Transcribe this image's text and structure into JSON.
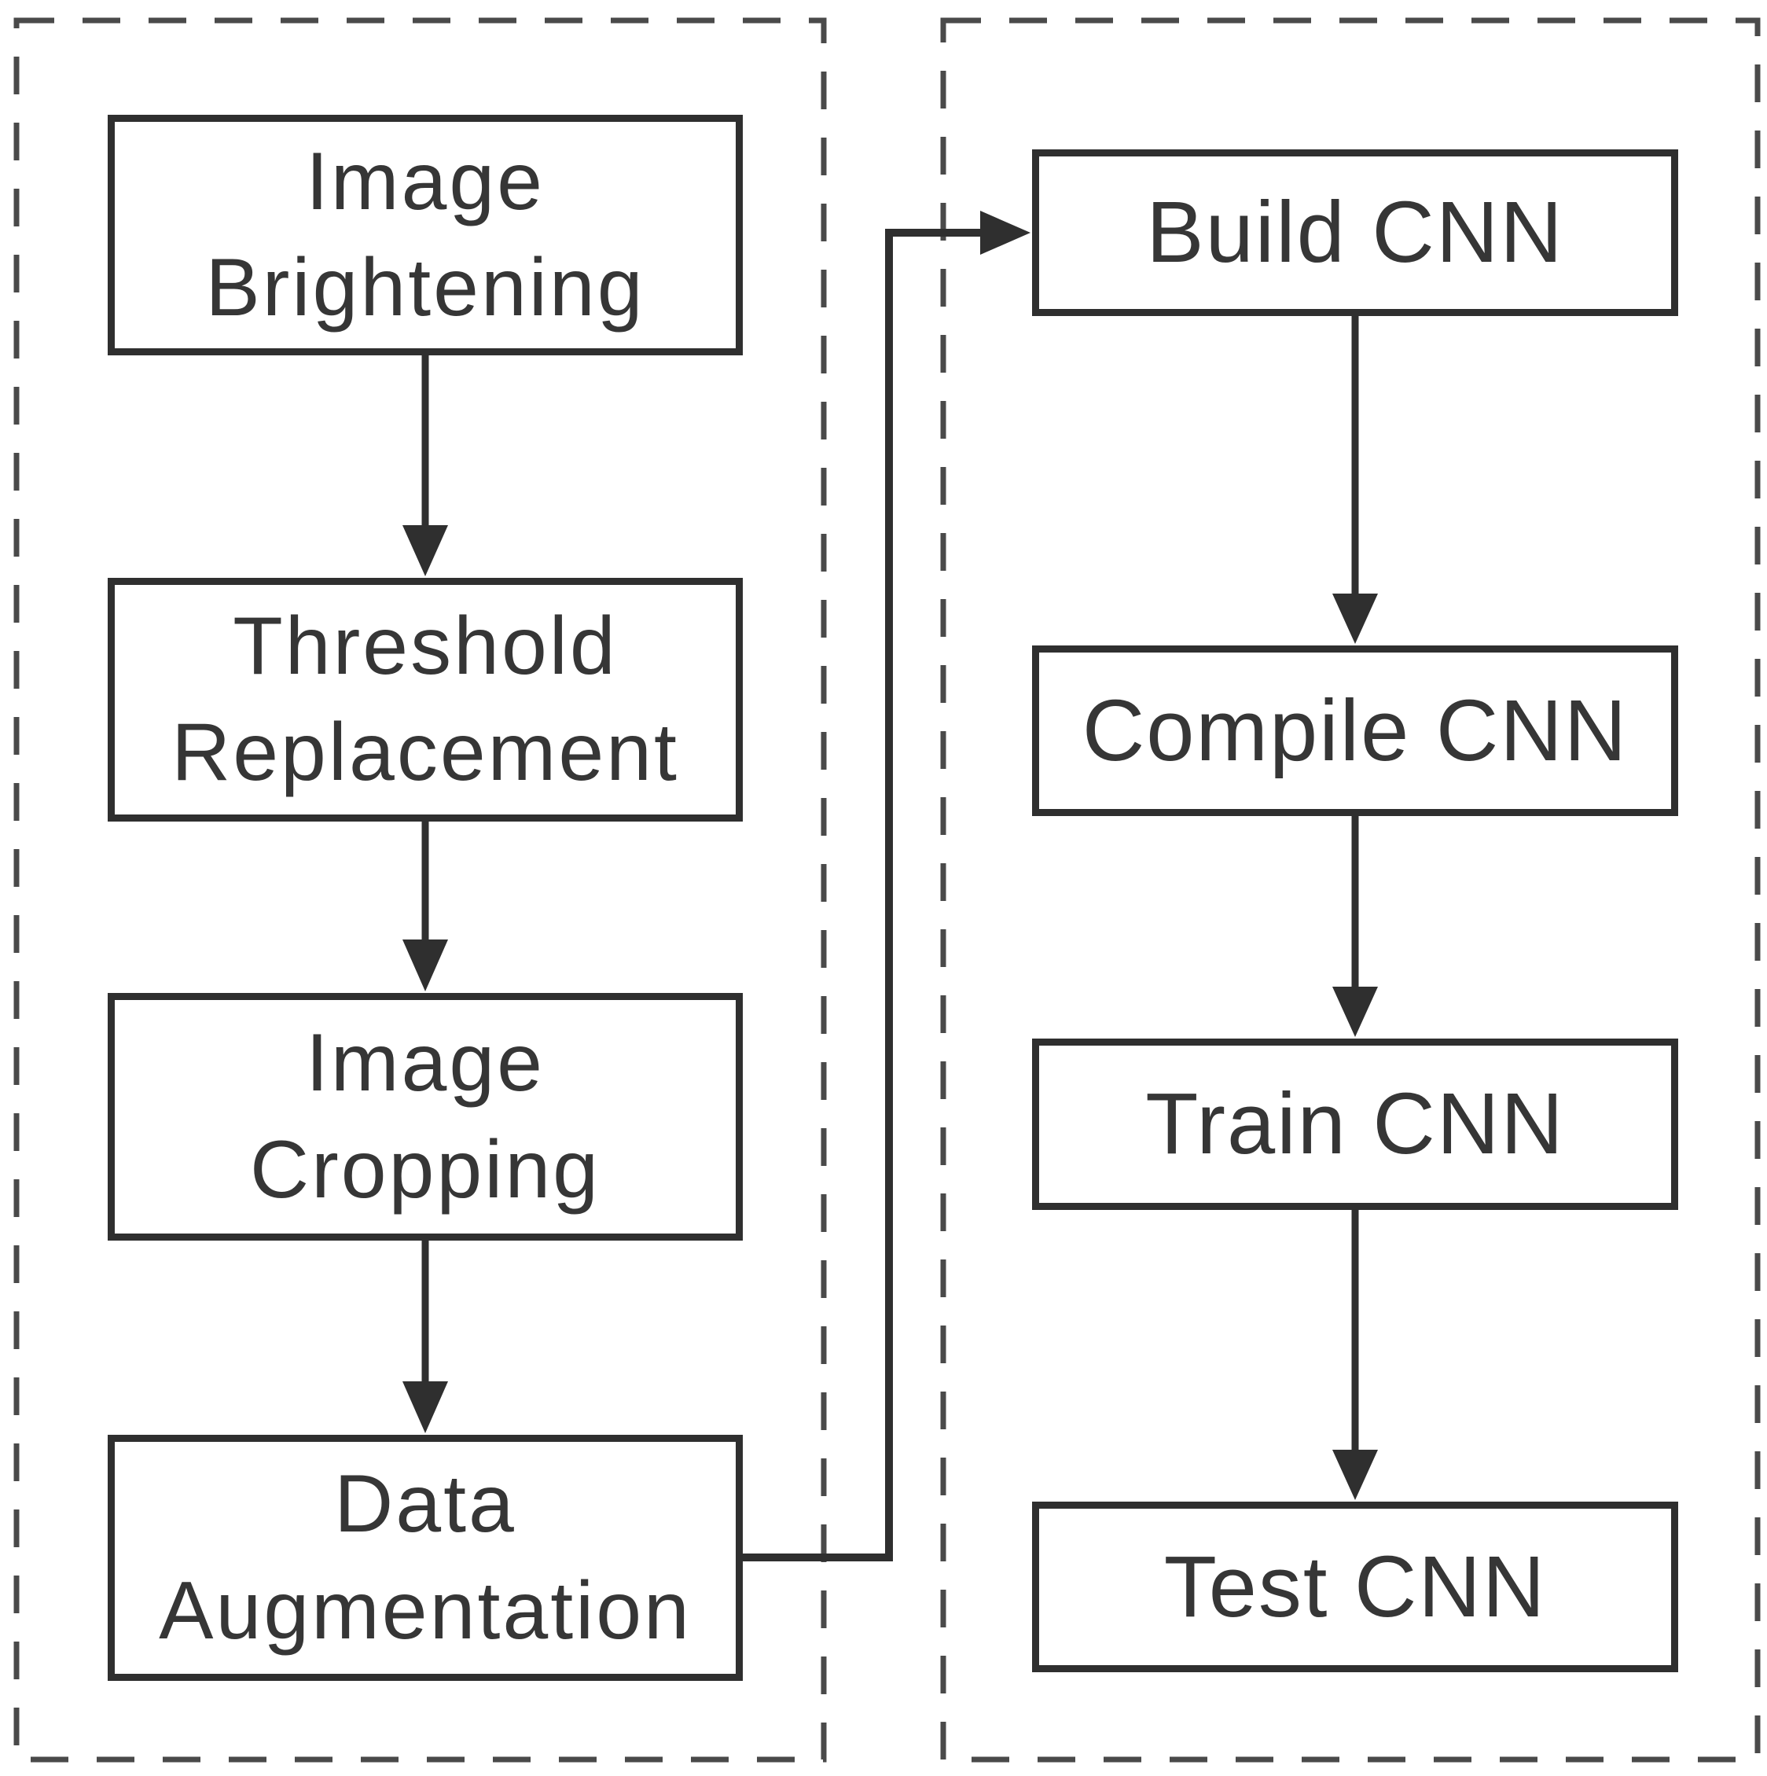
{
  "colors": {
    "background": "#ffffff",
    "box_border": "#2f2f2f",
    "dashed_panel_border": "#4a4a4a",
    "arrow": "#2f2f2f",
    "text": "#363636"
  },
  "nodes": {
    "left": [
      {
        "id": "image-brightening",
        "lines": [
          "Image",
          "Brightening"
        ]
      },
      {
        "id": "threshold-replacement",
        "lines": [
          "Threshold",
          "Replacement"
        ]
      },
      {
        "id": "image-cropping",
        "lines": [
          "Image",
          "Cropping"
        ]
      },
      {
        "id": "data-augmentation",
        "lines": [
          "Data",
          "Augmentation"
        ]
      }
    ],
    "right": [
      {
        "id": "build-cnn",
        "lines": [
          "Build CNN"
        ]
      },
      {
        "id": "compile-cnn",
        "lines": [
          "Compile CNN"
        ]
      },
      {
        "id": "train-cnn",
        "lines": [
          "Train CNN"
        ]
      },
      {
        "id": "test-cnn",
        "lines": [
          "Test CNN"
        ]
      }
    ]
  },
  "edges": [
    {
      "from": "image-brightening",
      "to": "threshold-replacement"
    },
    {
      "from": "threshold-replacement",
      "to": "image-cropping"
    },
    {
      "from": "image-cropping",
      "to": "data-augmentation"
    },
    {
      "from": "data-augmentation",
      "to": "build-cnn"
    },
    {
      "from": "build-cnn",
      "to": "compile-cnn"
    },
    {
      "from": "compile-cnn",
      "to": "train-cnn"
    },
    {
      "from": "train-cnn",
      "to": "test-cnn"
    }
  ]
}
